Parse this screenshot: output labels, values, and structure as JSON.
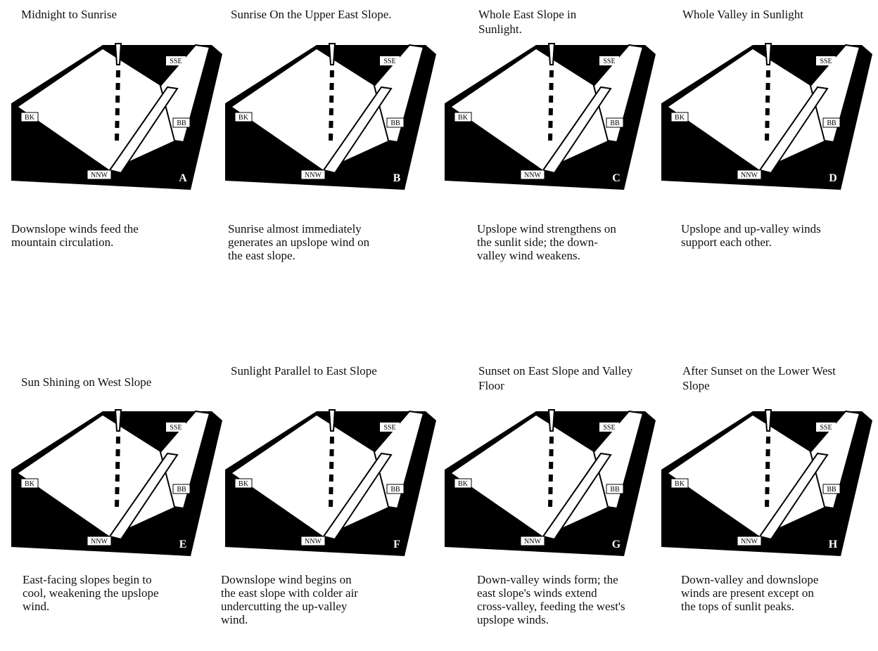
{
  "panels": [
    {
      "letter": "A",
      "title": "Midnight to Sunrise",
      "caption": "Downslope winds feed the mountain circulation."
    },
    {
      "letter": "B",
      "title": "Sunrise On the Upper East Slope.",
      "caption": "Sunrise almost immediately generates an upslope wind on the east slope."
    },
    {
      "letter": "C",
      "title": "Whole East Slope in Sunlight.",
      "caption": "Upslope wind strengthens on the sunlit side; the down-valley wind weakens."
    },
    {
      "letter": "D",
      "title": "Whole Valley in Sunlight",
      "caption": "Upslope and up-valley winds support each other."
    },
    {
      "letter": "E",
      "title": "Sun Shining on West Slope",
      "caption": "East-facing slopes begin to cool, weakening the upslope wind."
    },
    {
      "letter": "F",
      "title": "Sunlight Parallel to East Slope",
      "caption": "Downslope wind begins on the east slope with colder air undercutting the up-valley wind."
    },
    {
      "letter": "G",
      "title": "Sunset on East Slope and Valley Floor",
      "caption": "Down-valley winds form; the east slope's winds extend cross-valley, feeding the west's upslope winds."
    },
    {
      "letter": "H",
      "title": "After Sunset on the Lower West Slope",
      "caption": "Down-valley and downslope winds are present except on the tops of sunlit peaks."
    }
  ],
  "labels": {
    "bk": "BK",
    "bb": "BB",
    "sse": "SSE",
    "nnw": "NNW"
  },
  "colors": {
    "terrain": "#000000",
    "paper": "#ffffff"
  }
}
